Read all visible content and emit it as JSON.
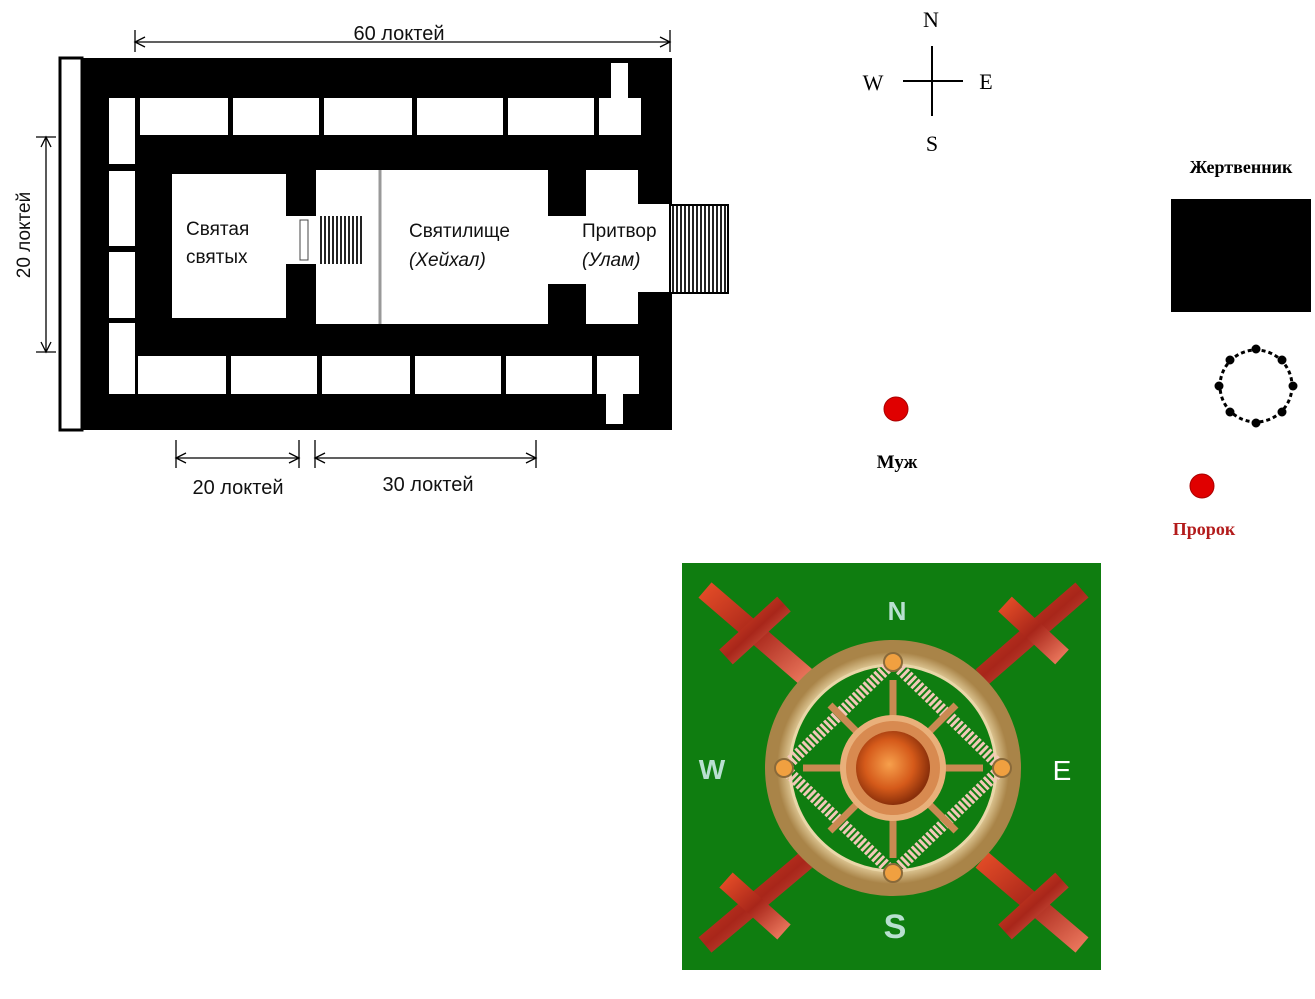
{
  "plan": {
    "dim_top": "60 локтей",
    "dim_left": "20 локтей",
    "dim_bottom_left": "20 локтей",
    "dim_bottom_right": "30 локтей",
    "holy_of_holies_line1": "Святая",
    "holy_of_holies_line2": "святых",
    "sanctuary": "Святилище",
    "sanctuary_alt": "(Хейхал)",
    "porch": "Притвор",
    "porch_alt": "(Улам)"
  },
  "compass": {
    "n": "N",
    "s": "S",
    "w": "W",
    "e": "E"
  },
  "altar_label": "Жертвенник",
  "man_label": "Муж",
  "prophet_label": "Пророк",
  "wheel_compass": {
    "n": "N",
    "s": "S",
    "w": "W",
    "e": "E"
  },
  "colors": {
    "wall": "#000000",
    "marker": "#e00000",
    "prophet_text": "#b31b1b",
    "green_field": "#0f7d10",
    "cross": "#b83018",
    "ring": "#d8b87a",
    "compass_letters": "#b8e0d0"
  }
}
